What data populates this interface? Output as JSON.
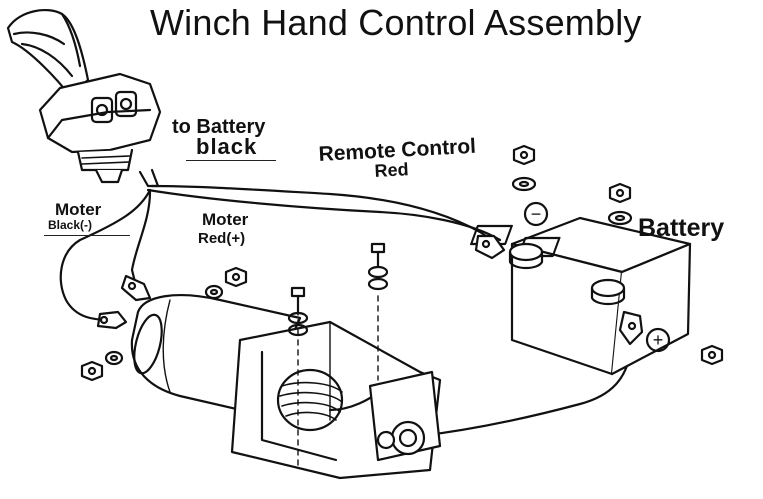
{
  "title": "Winch Hand Control Assembly",
  "labels": {
    "to_battery": "to Battery",
    "black": "black",
    "remote_control": "Remote Control",
    "red": "Red",
    "moter_black": "Moter",
    "black_neg": "Black(-)",
    "moter_red": "Moter",
    "red_pos": "Red(+)",
    "battery": "Battery"
  },
  "terminal_signs": {
    "negative": "−",
    "positive": "+"
  },
  "colors": {
    "line": "#111111",
    "background": "#ffffff"
  }
}
